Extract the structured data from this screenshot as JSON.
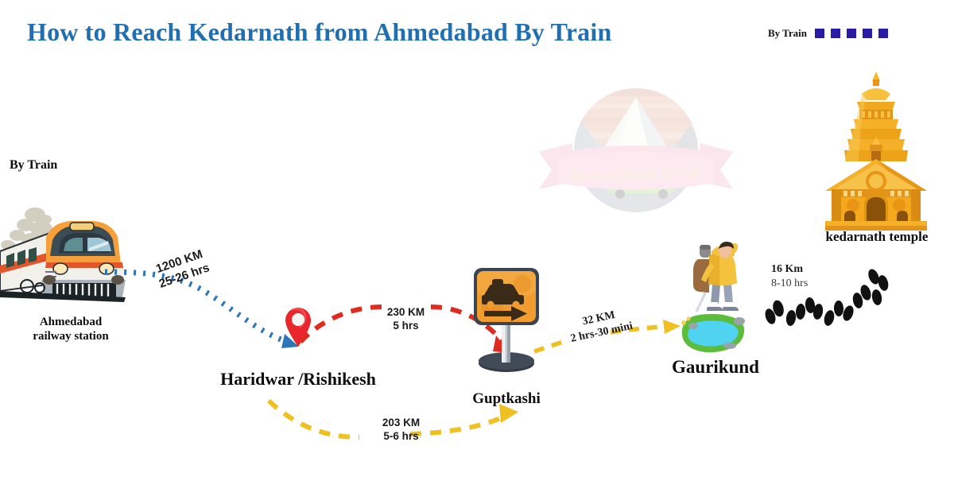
{
  "page": {
    "title": "How to Reach Kedarnath from Ahmedabad By Train",
    "background_color": "#ffffff",
    "title_color": "#1F6FB2"
  },
  "legend": {
    "label": "By Train",
    "swatch_color": "#2B1CA8",
    "swatch_count": 5
  },
  "watermark": {
    "ribbon_text": "Manchala Musafir Pvt. Ltd."
  },
  "modes": {
    "train_label": "By Train"
  },
  "nodes": [
    {
      "id": "ahmedabad",
      "label": "Ahmedabad\nrailway station",
      "label_line1": "Ahmedabad",
      "label_line2": "railway station",
      "icon": "train-icon"
    },
    {
      "id": "haridwar",
      "label": "Haridwar  /Rishikesh",
      "icon": "location-pin-icon"
    },
    {
      "id": "guptkashi",
      "label": "Guptkashi",
      "icon": "taxi-signboard-icon"
    },
    {
      "id": "gaurikund",
      "label": "Gaurikund",
      "icon": "hiker-and-pond-icon"
    },
    {
      "id": "kedarnath",
      "label": "kedarnath temple",
      "icon": "temple-icon"
    }
  ],
  "edges": [
    {
      "id": "ahmedabad-haridwar",
      "from": "ahmedabad",
      "to": "haridwar",
      "distance": "1200 KM",
      "duration": "25-26 hrs",
      "style": "dotted",
      "color": "#2E75B6",
      "mode": "train"
    },
    {
      "id": "haridwar-guptkashi-road",
      "from": "haridwar",
      "to": "guptkashi",
      "distance": "230 KM",
      "duration": "5 hrs",
      "style": "dashed",
      "color": "#E02B20",
      "mode": "road"
    },
    {
      "id": "haridwar-guptkashi-alt",
      "from": "haridwar",
      "to": "guptkashi",
      "distance": "203 KM",
      "duration": "5-6 hrs",
      "style": "dashed",
      "color": "#EFC020",
      "mode": "road"
    },
    {
      "id": "guptkashi-gaurikund",
      "from": "guptkashi",
      "to": "gaurikund",
      "distance": "32 KM",
      "duration": "2 hrs-30 mini",
      "style": "dashed",
      "color": "#EFC020",
      "mode": "road"
    },
    {
      "id": "gaurikund-kedarnath",
      "from": "gaurikund",
      "to": "kedarnath",
      "distance": "16 Km",
      "duration": "8-10 hrs",
      "style": "footprints",
      "color": "#000000",
      "mode": "trek"
    }
  ],
  "colors": {
    "train_line": "#2E75B6",
    "road_red": "#E02B20",
    "road_yellow": "#EFC020",
    "trek_black": "#000000",
    "temple_orange": "#F5A623",
    "hiker_yellow": "#F2C14E"
  }
}
